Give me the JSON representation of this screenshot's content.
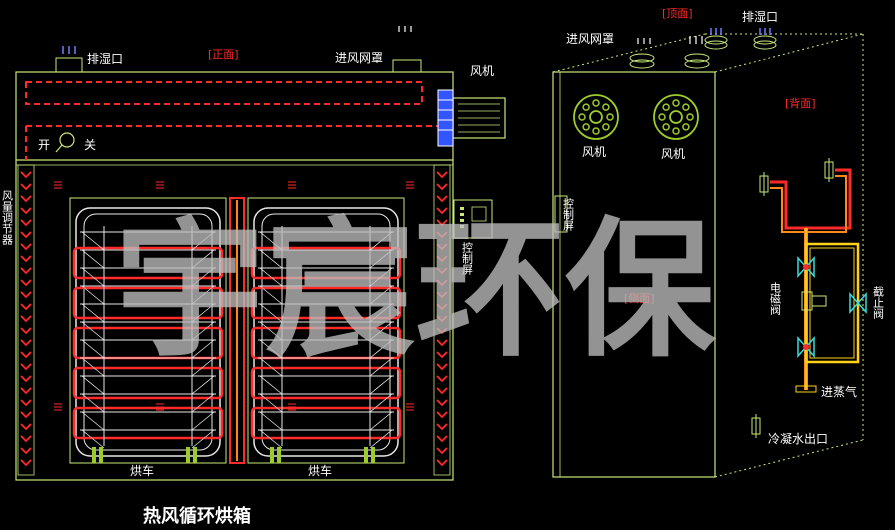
{
  "title": "热风循环烘箱",
  "watermark": "宇宸环保",
  "views": {
    "front": "[正面]",
    "top": "[顶面]",
    "back": "[背面]",
    "side": "[侧面]"
  },
  "labels": {
    "exhaust_front": "排湿口",
    "air_inlet_front": "进风网罩",
    "fan_front": "风机",
    "switch_on": "开",
    "switch_off": "关",
    "air_regulator": "风量调节器",
    "control_panel_front": "控制屏",
    "control_panel_side": "控制屏",
    "cart_left": "烘车",
    "cart_right": "烘车",
    "air_inlet_back": "进风网罩",
    "exhaust_back": "排湿口",
    "fan_back_1": "风机",
    "fan_back_2": "风机",
    "solenoid_valve": "电磁阀",
    "stop_valve": "截止阀",
    "steam_inlet": "进蒸气",
    "condensate_outlet": "冷凝水出口"
  },
  "colors": {
    "outline": "#c8e87a",
    "duct": "#ff2a2a",
    "rack": "#e8e8e8",
    "pipe_red": "#ff2a2a",
    "pipe_orange": "#ff8a1a",
    "pipe_yellow": "#ffd21a",
    "fan_blue": "#3355ff",
    "valve_cyan": "#33dddd",
    "wheel_green": "#9ccc2a"
  }
}
